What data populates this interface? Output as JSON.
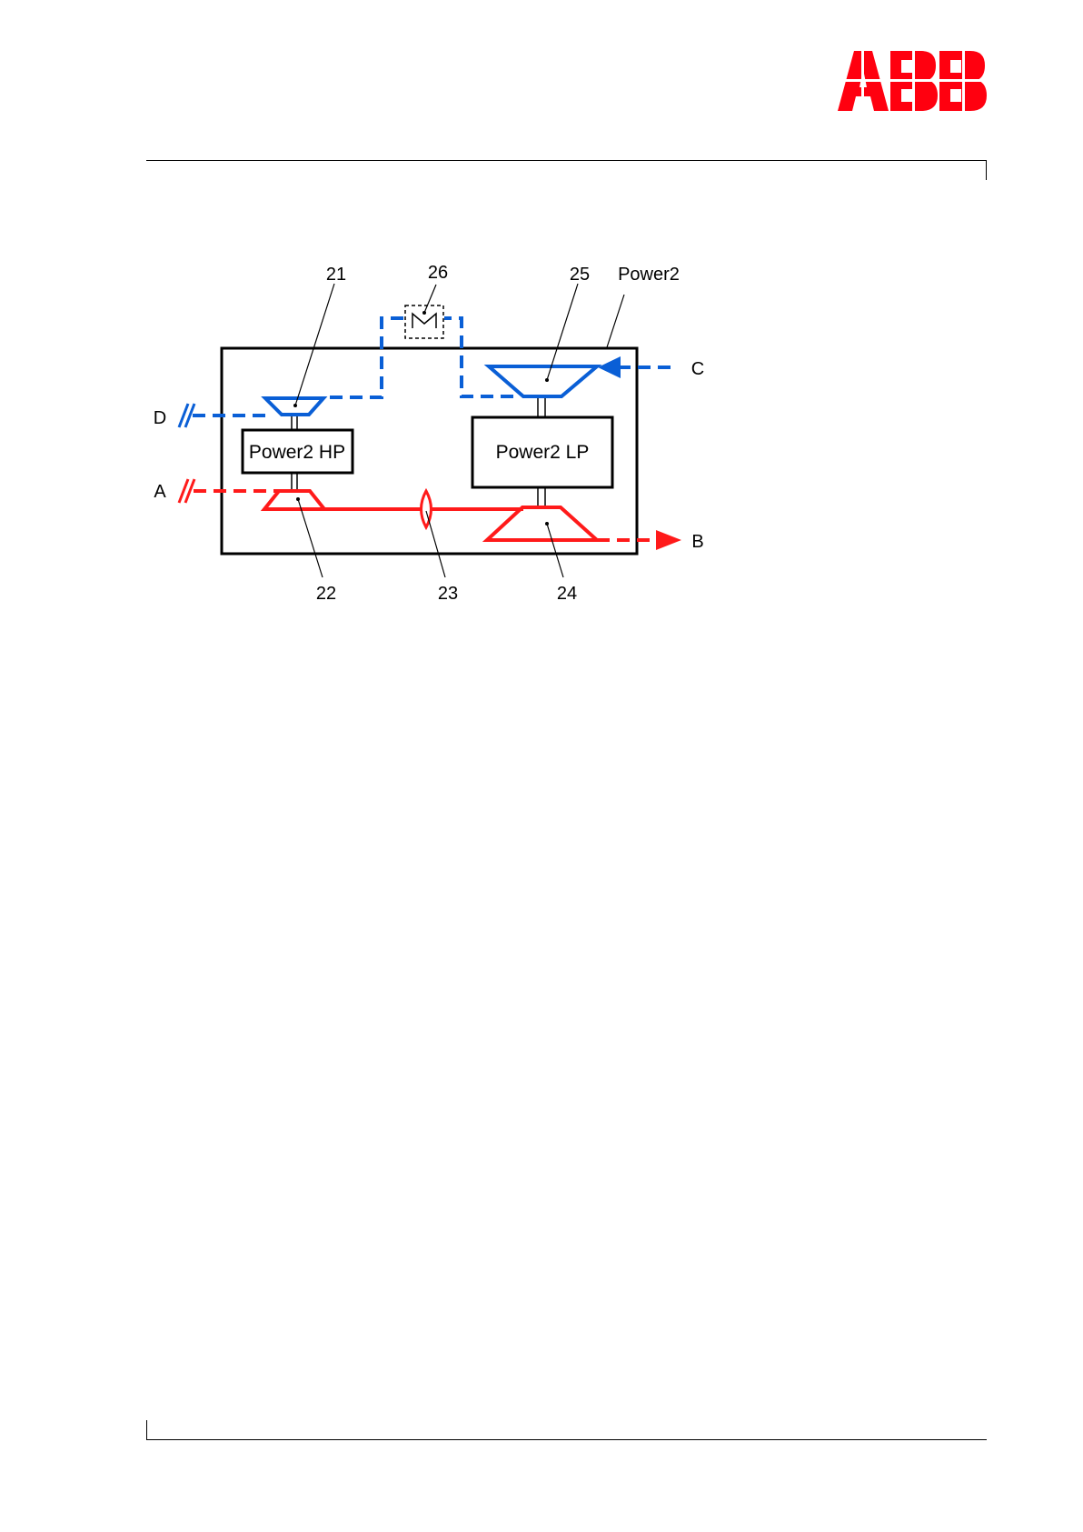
{
  "header": {
    "logo_text": "ABB",
    "brand_color": "#ff000f"
  },
  "diagram": {
    "boundary_label": "Power2",
    "hp_module_label": "Power2 HP",
    "lp_module_label": "Power2 LP",
    "callouts": {
      "c21": "21",
      "c22": "22",
      "c23": "23",
      "c24": "24",
      "c25": "25",
      "c26": "26"
    },
    "ports": {
      "A": "A",
      "B": "B",
      "C": "C",
      "D": "D"
    },
    "colors": {
      "air": "#0a5fd6",
      "exhaust": "#ff1a1a",
      "outline": "#000000"
    }
  }
}
